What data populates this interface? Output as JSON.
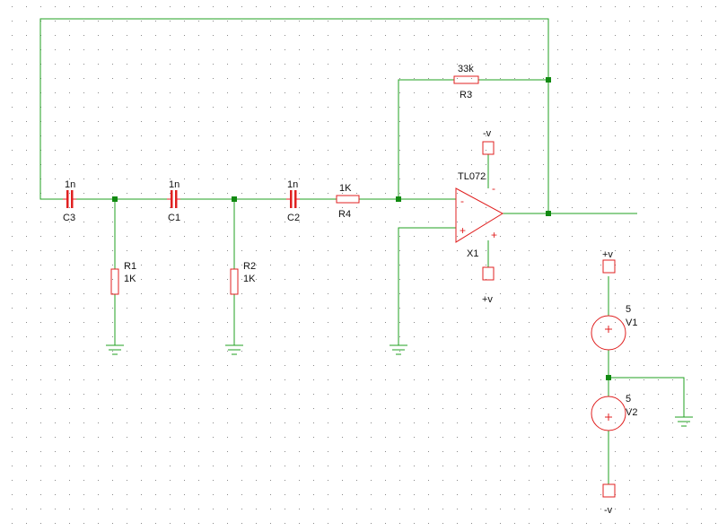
{
  "schematic": {
    "colors": {
      "wire": "#20a020",
      "component": "#e02020",
      "junction": "#128a12",
      "text": "#111111",
      "grid_dot": "#8a8a8a",
      "background": "#ffffff"
    },
    "capacitors": {
      "c3": {
        "name": "C3",
        "value": "1n"
      },
      "c1": {
        "name": "C1",
        "value": "1n"
      },
      "c2": {
        "name": "C2",
        "value": "1n"
      }
    },
    "resistors": {
      "r1": {
        "name": "R1",
        "value": "1K"
      },
      "r2": {
        "name": "R2",
        "value": "1K"
      },
      "r3": {
        "name": "R3",
        "value": "33k"
      },
      "r4": {
        "name": "R4",
        "value": "1K"
      }
    },
    "opamp": {
      "name": "X1",
      "model": "TL072",
      "inv_sign": "-",
      "noninv_sign": "+"
    },
    "sources": {
      "v1": {
        "name": "V1",
        "value": "5"
      },
      "v2": {
        "name": "V2",
        "value": "5"
      }
    },
    "terminals": {
      "opamp_top": "-v",
      "opamp_bottom": "+v",
      "v1_top": "+v",
      "v2_bottom": "-v"
    }
  }
}
